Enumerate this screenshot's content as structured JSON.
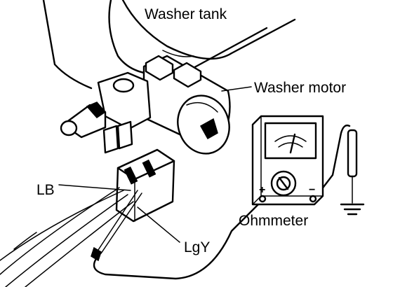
{
  "labels": {
    "washer_tank": "Washer tank",
    "washer_motor": "Washer motor",
    "ohmmeter": "Ohmmeter",
    "wire_lb": "LB",
    "wire_lgy": "LgY",
    "plus_terminal": "+",
    "minus_terminal": "−"
  },
  "colors": {
    "ink": "#000000",
    "paper": "#ffffff"
  }
}
